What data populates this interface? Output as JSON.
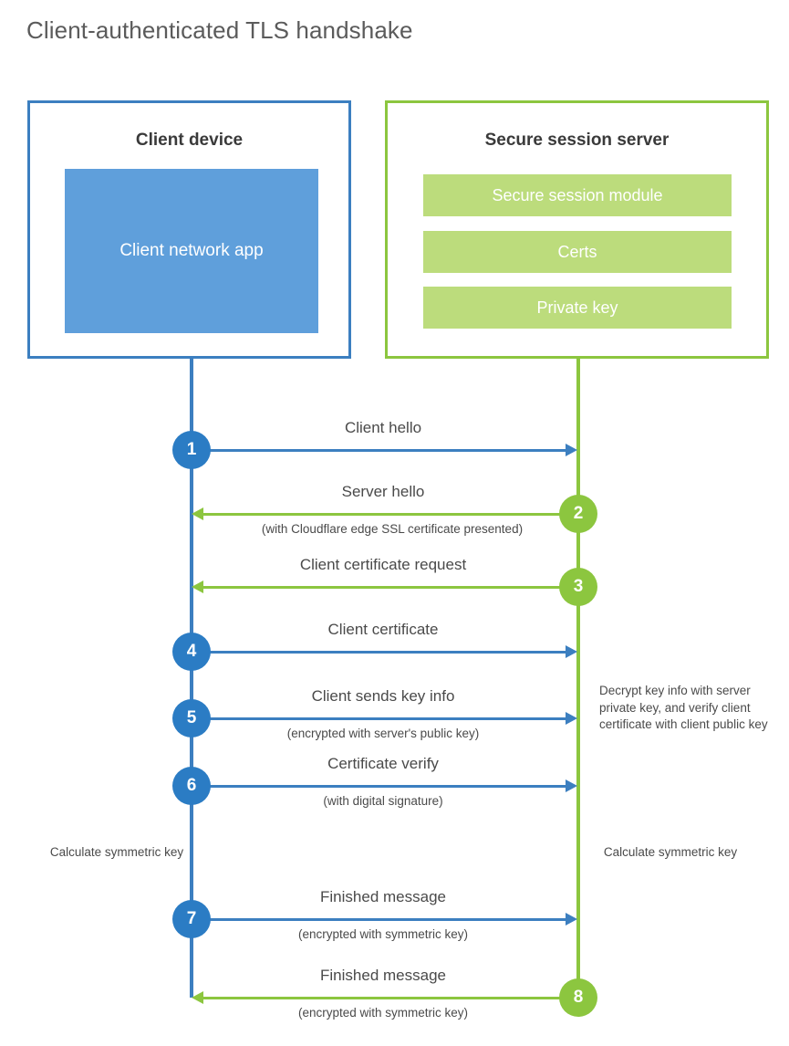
{
  "title": "Client-authenticated TLS handshake",
  "colors": {
    "client_blue": "#3c7fc0",
    "client_badge_blue": "#2b7cc4",
    "client_app_fill": "#5f9fdb",
    "server_green": "#8cc63f",
    "server_bar_fill": "#bcdc7c",
    "text_gray": "#4a4a4a",
    "title_gray": "#5b5b5b"
  },
  "client": {
    "title": "Client device",
    "app_label": "Client network app"
  },
  "server": {
    "title": "Secure session server",
    "modules": [
      "Secure session module",
      "Certs",
      "Private key"
    ]
  },
  "messages": [
    {
      "step": "1",
      "label": "Client hello",
      "sublabel": "",
      "direction": "client-to-server",
      "color": "blue"
    },
    {
      "step": "2",
      "label": "Server hello",
      "sublabel": "(with Cloudflare edge SSL certificate presented)",
      "direction": "server-to-client",
      "color": "green"
    },
    {
      "step": "3",
      "label": "Client certificate request",
      "sublabel": "",
      "direction": "server-to-client",
      "color": "green"
    },
    {
      "step": "4",
      "label": "Client certificate",
      "sublabel": "",
      "direction": "client-to-server",
      "color": "blue"
    },
    {
      "step": "5",
      "label": "Client sends key info",
      "sublabel": "(encrypted with server's public key)",
      "direction": "client-to-server",
      "color": "blue"
    },
    {
      "step": "6",
      "label": "Certificate verify",
      "sublabel": "(with digital signature)",
      "direction": "client-to-server",
      "color": "blue"
    },
    {
      "step": "7",
      "label": "Finished message",
      "sublabel": "(encrypted with symmetric key)",
      "direction": "client-to-server",
      "color": "blue"
    },
    {
      "step": "8",
      "label": "Finished message",
      "sublabel": "(encrypted with symmetric key)",
      "direction": "server-to-client",
      "color": "green"
    }
  ],
  "notes": {
    "decrypt": "Decrypt key info with server private key, and verify client certificate with client public key",
    "client_symmetric": "Calculate symmetric key",
    "server_symmetric": "Calculate symmetric key"
  }
}
